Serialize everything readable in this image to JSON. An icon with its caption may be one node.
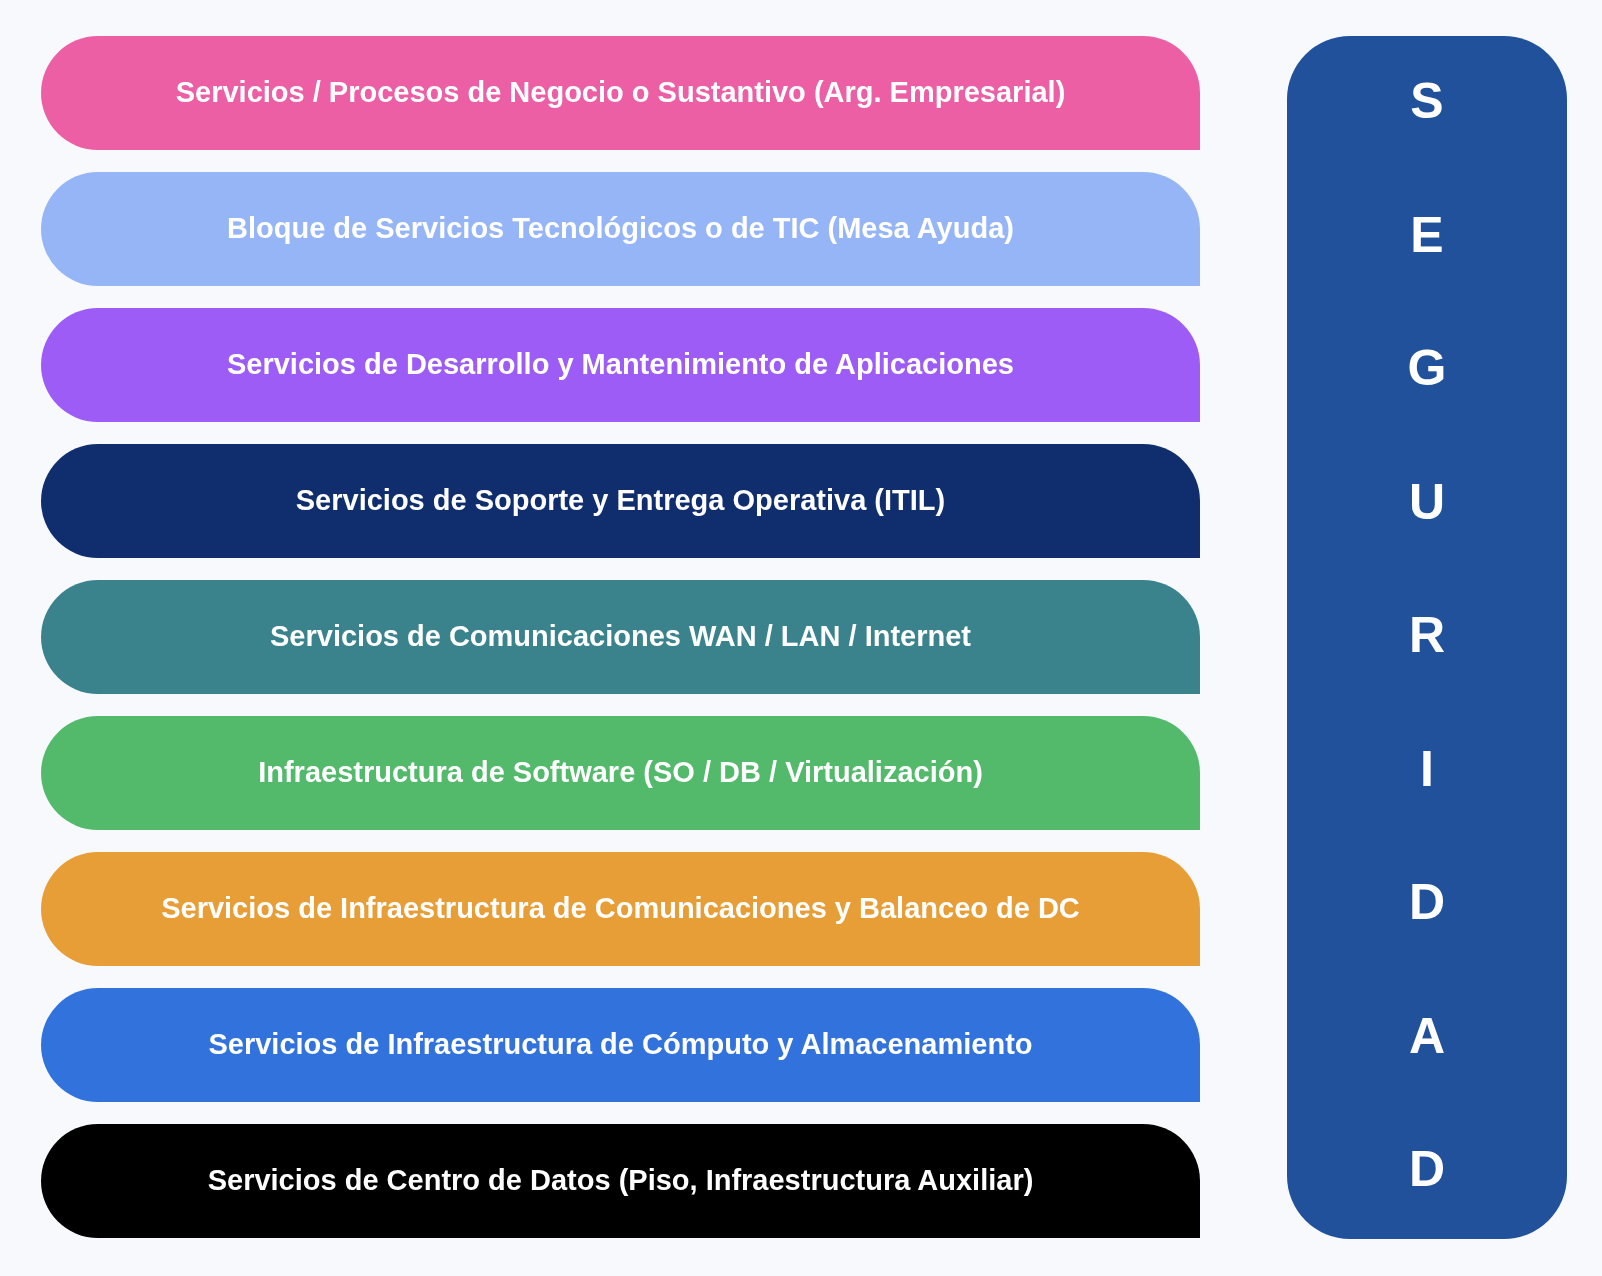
{
  "diagram": {
    "nodes": [
      {
        "text": [
          "Servicios / Procesos de Negocio o Sustantivo (Arg. Empresarial)"
        ]
      },
      {
        "text": [
          "Bloque de Servicios Tecnológicos o de TIC (Mesa Ayuda)"
        ]
      },
      {
        "text": [
          "Servicios de Desarrollo y Mantenimiento de Aplicaciones"
        ]
      },
      {
        "text": [
          "Servicios de Soporte y Entrega Operativa (ITIL)"
        ]
      },
      {
        "text": [
          "Servicios de Comunicaciones WAN / LAN / Internet"
        ]
      },
      {
        "text": [
          "Infraestructura de Software (SO / DB / Virtualización)"
        ]
      },
      {
        "text": [
          "Servicios de Infraestructura de Comunicaciones y Balanceo de DC"
        ]
      },
      {
        "text": [
          "Servicios de Infraestructura de Cómputo y Almacenamiento"
        ]
      },
      {
        "text": [
          "Servicios de Centro de Datos (Piso, Infraestructura Auxiliar)"
        ]
      },
      {
        "text": [
          "SEGURIDAD"
        ]
      }
    ]
  }
}
